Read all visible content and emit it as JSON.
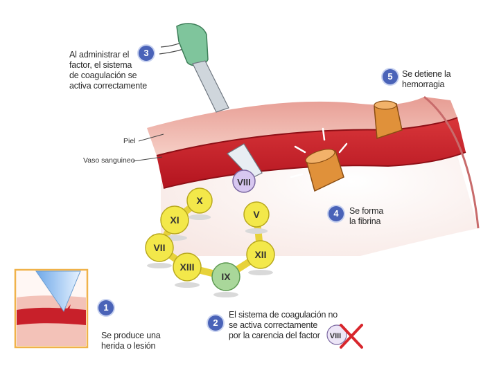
{
  "labels": {
    "piel": "Piel",
    "vaso": "Vaso sanguineo"
  },
  "steps": [
    {
      "number": "1",
      "lines": [
        "Se produce una",
        "herida o lesión"
      ]
    },
    {
      "number": "2",
      "lines": [
        "El sistema de coagulación no",
        "se activa correctamente",
        "por la carencia del factor"
      ]
    },
    {
      "number": "3",
      "lines": [
        "Al administrar el",
        "factor, el sistema",
        "de coagulación se",
        "activa correctamente"
      ]
    },
    {
      "number": "4",
      "lines": [
        "Se forma",
        "la fibrina"
      ]
    },
    {
      "number": "5",
      "lines": [
        "Se detiene la",
        "hemorragia"
      ]
    }
  ],
  "factors": {
    "chain": [
      "XI",
      "X",
      "V",
      "XII",
      "IX",
      "XIII",
      "VII"
    ],
    "injected": "VIII",
    "missing": "VIII"
  },
  "colors": {
    "badge": "#4a63b8",
    "skin": "#f0b7ad",
    "vessel": "#c8202a",
    "factor_yellow": "#f3e84a",
    "factor_ix": "#a9d79a",
    "factor_viii": "#d7c7f0",
    "clot": "#e0913a",
    "injector": "#7fc59c",
    "cross": "#d8262c",
    "box_border": "#f0b24a"
  }
}
